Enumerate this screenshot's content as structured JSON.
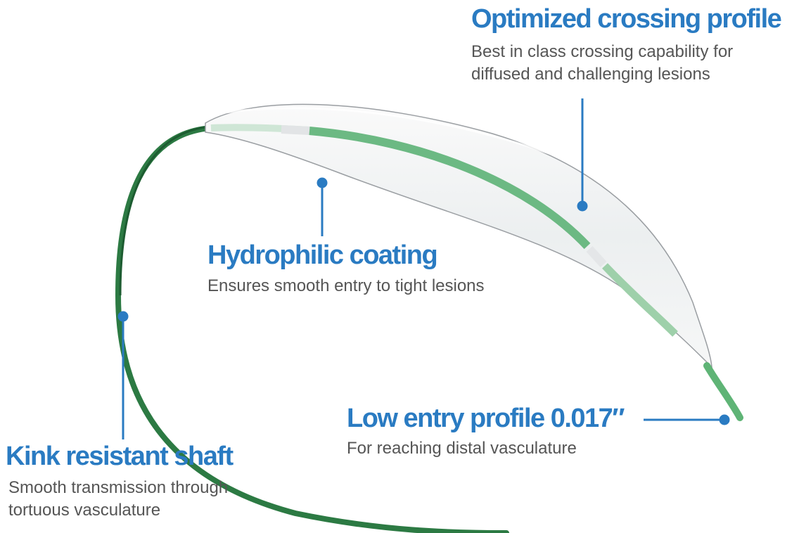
{
  "callouts": {
    "crossing": {
      "title": "Optimized crossing profile",
      "desc1": "Best in class crossing capability for",
      "desc2": "diffused and challenging lesions"
    },
    "coating": {
      "title": "Hydrophilic coating",
      "desc": "Ensures smooth entry to tight lesions"
    },
    "shaft": {
      "title": "Kink resistant shaft",
      "desc1": "Smooth transmission through",
      "desc2": "tortuous vasculature"
    },
    "entry": {
      "title": "Low entry profile 0.017″",
      "desc": "For reaching distal vasculature"
    }
  },
  "colors": {
    "accent": "#2a7bc2",
    "shaft": "#2e8a4a",
    "core": "#6dbb82"
  }
}
